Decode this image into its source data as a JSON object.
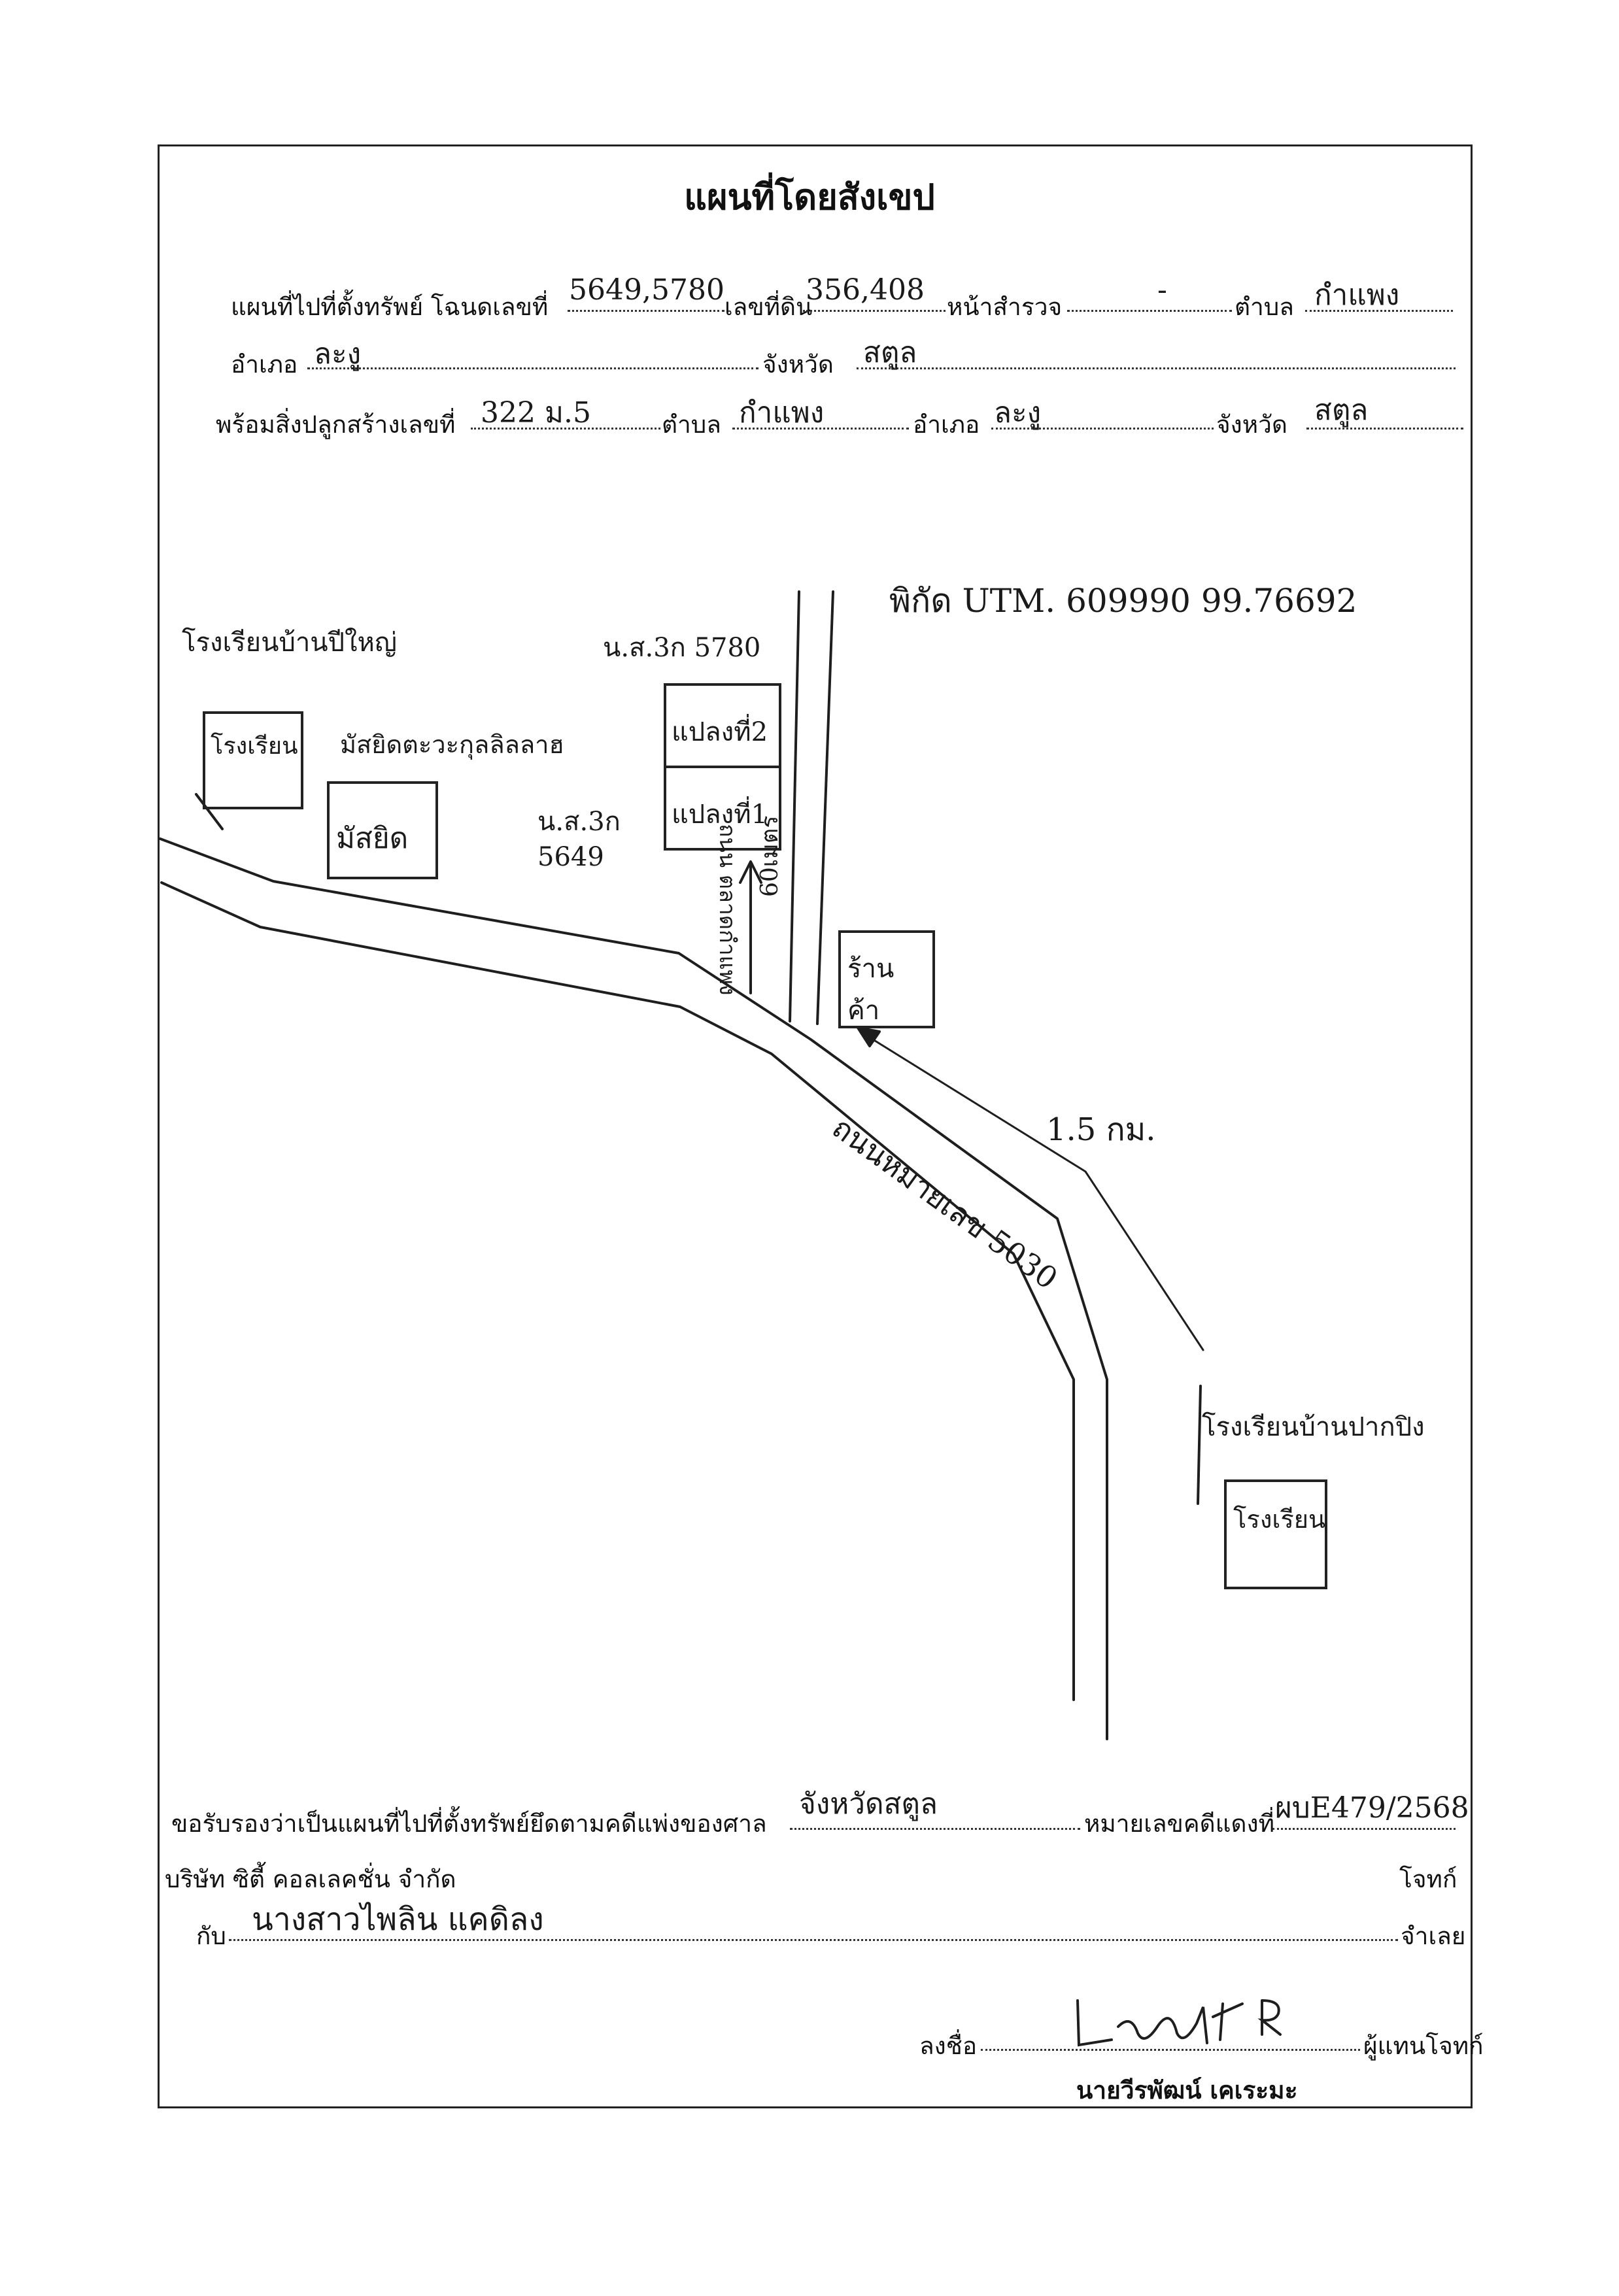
{
  "title": "แผนที่โดยสังเขป",
  "header": {
    "line1": {
      "prefix": "แผนที่ไปที่ตั้งทรัพย์ โฉนดเลขที่",
      "deed_no": "5649,5780",
      "land_no_label": "เลขที่ดิน",
      "land_no": "356,408",
      "survey_label": "หน้าสำรวจ",
      "survey_value": "-",
      "tambon_label": "ตำบล",
      "tambon_value": "กำแพง"
    },
    "line2": {
      "amphoe_label": "อำเภอ",
      "amphoe_value": "ละงู",
      "province_label": "จังหวัด",
      "province_value": "สตูล"
    },
    "line3": {
      "building_label": "พร้อมสิ่งปลูกสร้างเลขที่",
      "building_value": "322 ม.5",
      "tambon_label": "ตำบล",
      "tambon_value": "กำแพง",
      "amphoe_label": "อำเภอ",
      "amphoe_value": "ละงู",
      "province_label": "จังหวัด",
      "province_value": "สตูล"
    }
  },
  "map": {
    "utm": "พิกัด UTM. 609990 99.76692",
    "school_top_left_label": "โรงเรียนบ้านปีใหญ่",
    "school_top_left_box": "โรงเรียน",
    "mosque_label": "มัสยิดตะวะกุลลิลลาฮ",
    "mosque_box": "มัสยิด",
    "deed_5780": "น.ส.3ก 5780",
    "deed_5649": "น.ส.3ก 5649",
    "plot2": "แปลงที่2",
    "plot1": "แปลงที่1",
    "side_road": "ถนน ตลาดกำแพง",
    "distance_60": "60เมตร",
    "shop": "ร้านค้า",
    "distance_15": "1.5 กม.",
    "main_road": "ถนนหมายเลข 5030",
    "school_right_label": "โรงเรียนบ้านปากปิง",
    "school_right_box": "โรงเรียน"
  },
  "footer": {
    "certify_label": "ขอรับรองว่าเป็นแผนที่ไปที่ตั้งทรัพย์ยึดตามคดีแพ่งของศาล",
    "court": "จังหวัดสตูล",
    "case_label": "หมายเลขคดีแดงที่",
    "case_no": "ผบE479/2568",
    "company": "บริษัท ซิตี้ คอลเลคชั่น จำกัด",
    "plaintiff_label": "โจทก์",
    "with_label": "กับ",
    "defendant": "นางสาวไพลิน แคดิลง",
    "defendant_label": "จำเลย",
    "sign_label": "ลงชื่อ",
    "signer_role": "ผู้แทนโจทก์",
    "signer_name": "นายวีรพัฒน์ เคเระมะ"
  }
}
